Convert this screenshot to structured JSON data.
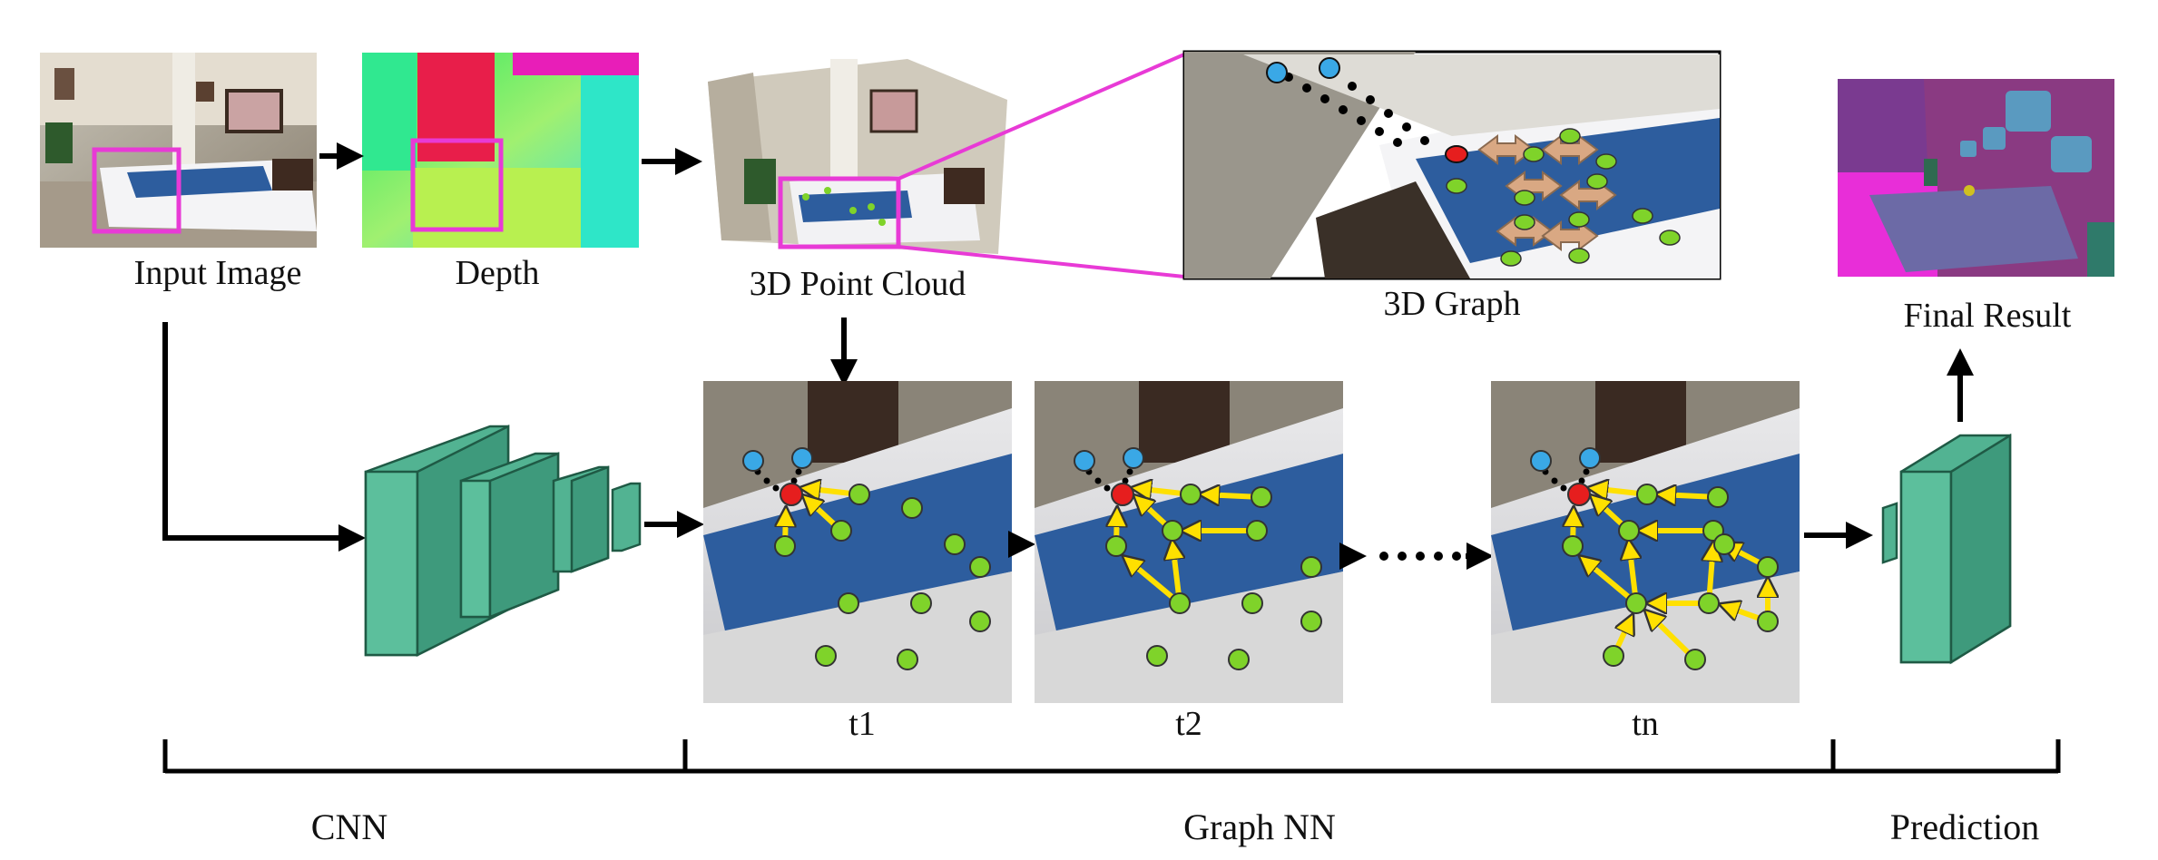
{
  "labels": {
    "input_image": "Input Image",
    "depth": "Depth",
    "point_cloud": "3D Point Cloud",
    "graph_3d": "3D Graph",
    "final_result": "Final Result",
    "t1": "t1",
    "t2": "t2",
    "tn": "tn",
    "cnn": "CNN",
    "graph_nn": "Graph NN",
    "prediction": "Prediction"
  },
  "colors": {
    "cnn_block": "#52b392",
    "cnn_edge": "#1f5a45",
    "highlight": "#e83ad6",
    "node_green": "#7fd32a",
    "node_blue": "#3aa8e6",
    "node_red": "#e61e1e",
    "arrow_yellow": "#ffe000",
    "arrow_tan": "#d9a883",
    "seg_purple": "#8a3a82",
    "seg_magenta": "#e82ed8"
  },
  "icons": {
    "input_image": "bedroom-photo",
    "depth": "depth-map",
    "point_cloud": "point-cloud",
    "graph_3d": "graph-closeup",
    "final_result": "segmentation-map",
    "graph_steps": "mattress-graph"
  }
}
